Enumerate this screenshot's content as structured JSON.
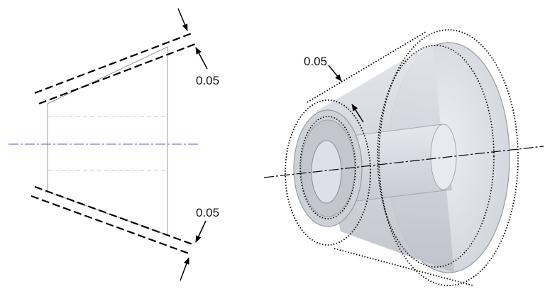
{
  "figure": {
    "left_view": {
      "upper_tolerance_label": "0.05",
      "lower_tolerance_label": "0.05"
    },
    "right_view": {
      "tolerance_label": "0.05"
    },
    "colors": {
      "centerline_2d": "#6a50c8",
      "outline": "#000000",
      "hidden_line": "#c8c8c8",
      "solid_fill": "#d4d6dd",
      "solid_edge": "#9a9ca4"
    }
  }
}
